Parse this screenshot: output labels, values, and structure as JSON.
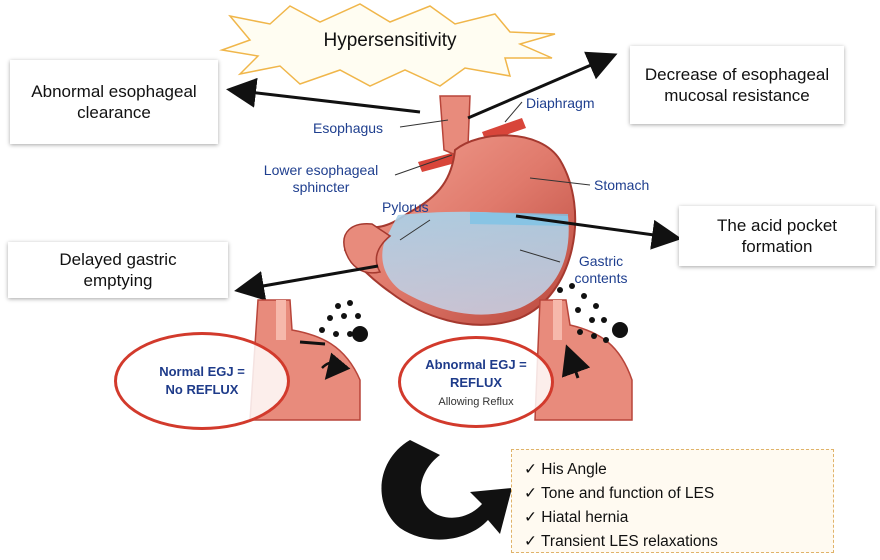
{
  "title": "Hypersensitivity",
  "boxes": {
    "abnormal_clearance": "Abnormal esophageal clearance",
    "decrease_resistance": "Decrease of esophageal mucosal resistance",
    "acid_pocket": "The acid pocket formation",
    "delayed_emptying": "Delayed gastric emptying"
  },
  "labels": {
    "esophagus": "Esophagus",
    "diaphragm": "Diaphragm",
    "les": "Lower esophageal sphincter",
    "stomach": "Stomach",
    "pylorus": "Pylorus",
    "gastric_contents": "Gastric contents"
  },
  "normal_egj": {
    "line1": "Normal EGJ =",
    "line2": "No REFLUX"
  },
  "abnormal_egj": {
    "line1": "Abnormal EGJ =",
    "line2": "REFLUX",
    "note": "Allowing Reflux"
  },
  "checklist": [
    "His Angle",
    "Tone and function of LES",
    "Hiatal hernia",
    "Transient LES relaxations"
  ],
  "colors": {
    "stomach": "#e07a6c",
    "stomach_dark": "#b8453a",
    "label_blue": "#1f3f8f",
    "oval_red": "#d23a2c"
  }
}
